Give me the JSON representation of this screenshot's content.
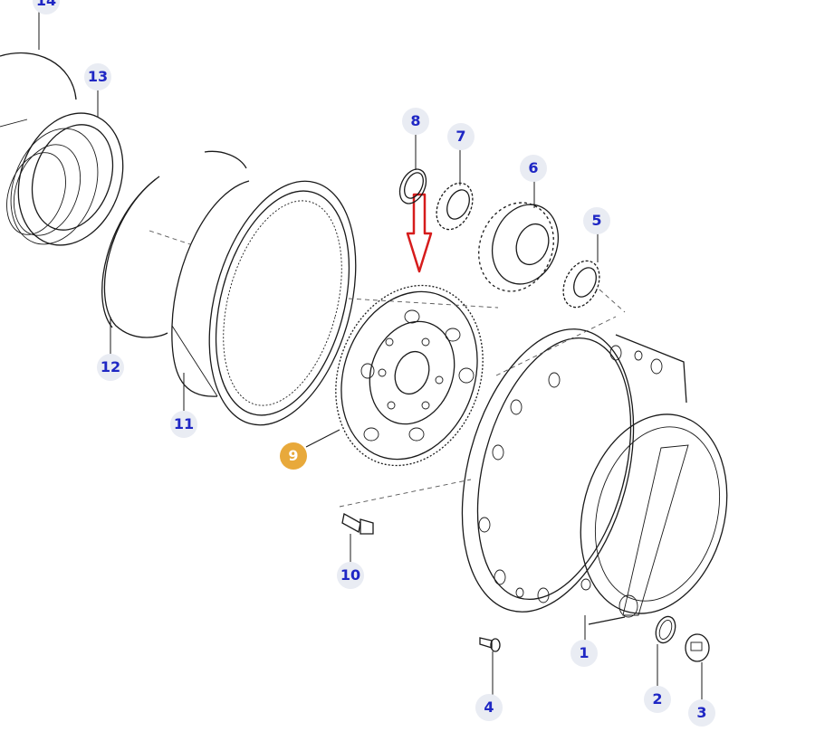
{
  "colors": {
    "callout_text": "#1f27c4",
    "callout_bg": "#e9ecf3",
    "active_bg": "#e8a93b",
    "arrow": "#d61c1c"
  },
  "selected_part": "9",
  "callouts": [
    {
      "id": "1",
      "label": "1"
    },
    {
      "id": "2",
      "label": "2"
    },
    {
      "id": "3",
      "label": "3"
    },
    {
      "id": "4",
      "label": "4"
    },
    {
      "id": "5",
      "label": "5"
    },
    {
      "id": "6",
      "label": "6"
    },
    {
      "id": "7",
      "label": "7"
    },
    {
      "id": "8",
      "label": "8"
    },
    {
      "id": "9",
      "label": "9"
    },
    {
      "id": "10",
      "label": "10"
    },
    {
      "id": "11",
      "label": "11"
    },
    {
      "id": "12",
      "label": "12"
    },
    {
      "id": "13",
      "label": "13"
    },
    {
      "id": "14",
      "label": "14"
    }
  ]
}
